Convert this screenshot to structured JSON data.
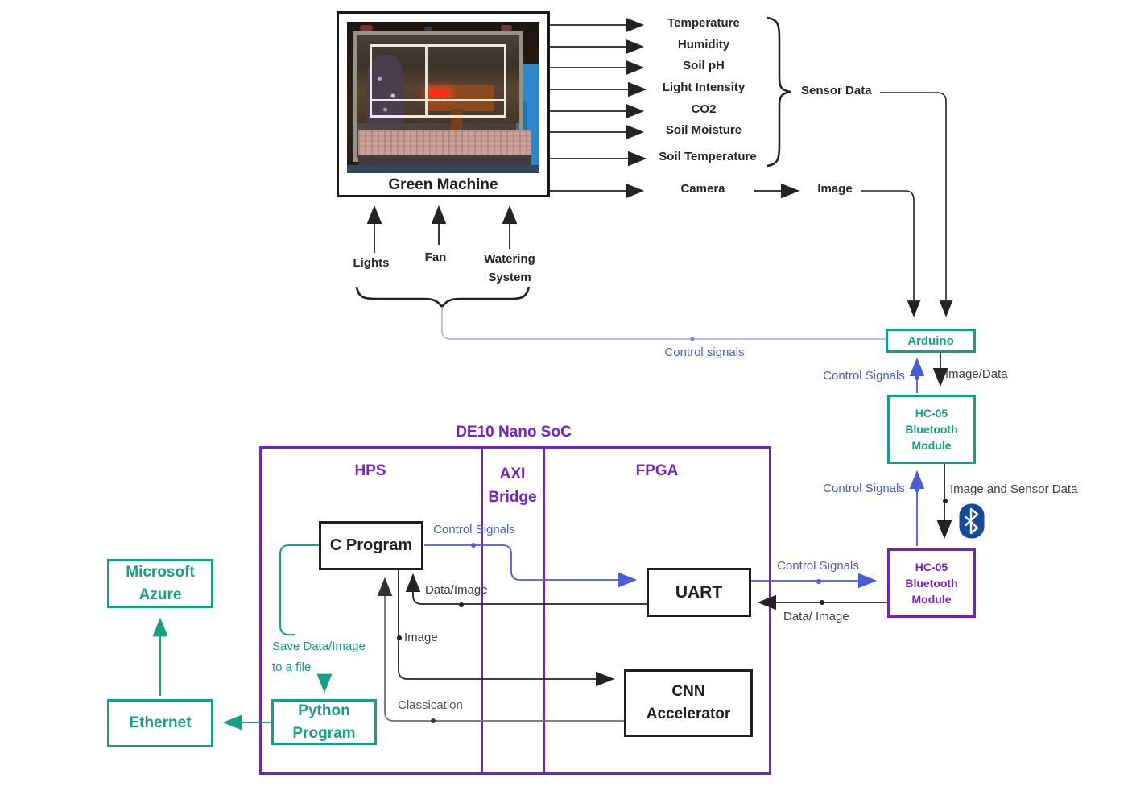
{
  "colors": {
    "green": "#14a085",
    "purple": "#7123c8",
    "blue": "#4a5cd4",
    "lavender": "#adb7ee",
    "black": "#222222",
    "gray": "#6e6e6e",
    "bluetooth_blue": "#17499c"
  },
  "green_machine": {
    "title": "Green Machine"
  },
  "sensors": {
    "items": [
      "Temperature",
      "Humidity",
      "Soil pH",
      "Light Intensity",
      "CO2",
      "Soil Moisture",
      "Soil Temperature"
    ],
    "group_label": "Sensor Data"
  },
  "camera": {
    "label": "Camera",
    "output_label": "Image"
  },
  "actuators": {
    "items": [
      "Lights",
      "Fan",
      "Watering System"
    ],
    "control_label": "Control signals"
  },
  "arduino": {
    "label": "Arduino",
    "down_label": "Image/Data",
    "up_label": "Control Signals"
  },
  "bluetooth": {
    "top_module": "HC-05 Bluetooth Module",
    "bottom_module": "HC-05 Bluetooth Module",
    "down_label": "Image and Sensor Data",
    "up_label": "Control Signals"
  },
  "uart_link": {
    "control_label": "Control Signals",
    "data_label": "Data/ Image"
  },
  "de10": {
    "title": "DE10 Nano SoC",
    "hps_label": "HPS",
    "axi_label": [
      "AXI",
      "Bridge"
    ],
    "fpga_label": "FPGA",
    "c_program": "C Program",
    "uart": "UART",
    "cnn": "CNN Accelerator",
    "control_label": "Control Signals",
    "data_label": "Data/Image",
    "image_label": "Image",
    "classification_label": "Classication"
  },
  "cloud": {
    "azure": "Microsoft Azure",
    "ethernet": "Ethernet",
    "python": "Python Program",
    "save_label_line1": "Save Data/Image",
    "save_label_line2": "to a file"
  }
}
